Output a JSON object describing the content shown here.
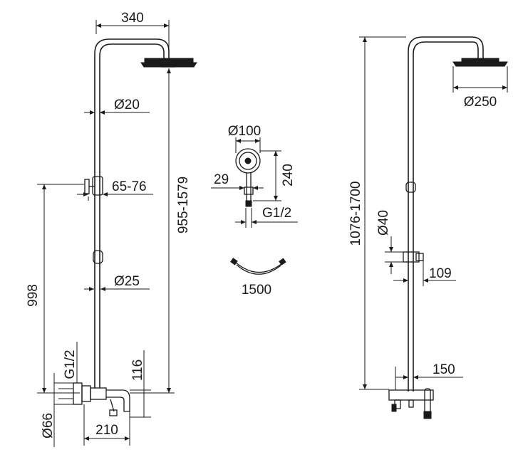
{
  "left_view": {
    "dims": {
      "arm": "340",
      "pipe_top": "Ø20",
      "bracket": "65-76",
      "pipe_lower": "Ø25",
      "height_range": "955-1579",
      "height": "998",
      "inlet": "G1/2",
      "spout_height": "116",
      "spout": "210",
      "cover": "Ø66"
    }
  },
  "hand_shower": {
    "dims": {
      "head": "Ø100",
      "length": "240",
      "handle": "29",
      "thread": "G1/2"
    },
    "hose": "1500"
  },
  "right_view": {
    "dims": {
      "head": "Ø250",
      "height_range": "1076-1700",
      "pipe": "Ø40",
      "holder": "109",
      "mixer": "150"
    }
  }
}
